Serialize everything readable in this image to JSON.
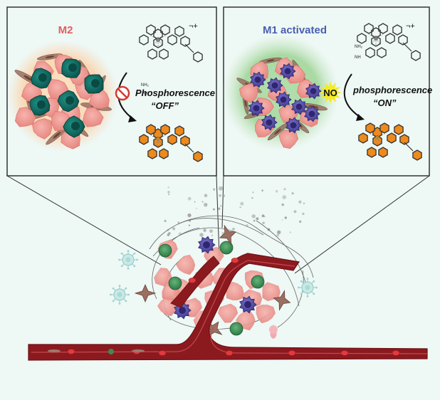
{
  "panels": {
    "left": {
      "title": "M2",
      "state_label": "Phosphorescence",
      "state_value": "“OFF”",
      "charge": "¬+"
    },
    "right": {
      "title": "M1 activated",
      "state_label": "phosphorescence",
      "state_value": "“ON”",
      "trigger": "NO",
      "charge": "¬+"
    }
  },
  "molecule_labels": {
    "amine": "NH₂",
    "nh": "NH"
  },
  "colors": {
    "background": "#eef8f5",
    "m2_accent": "#e0605e",
    "m1_accent": "#4a5fb0",
    "phosphor_on": "#ee8a1c",
    "vessel": "#8b1a1f",
    "no_burst": "#f4ea2a"
  },
  "icons": [
    "no-entry-icon",
    "curved-arrow-icon",
    "starburst-icon",
    "macrophage-icon",
    "blood-vessel-icon"
  ]
}
